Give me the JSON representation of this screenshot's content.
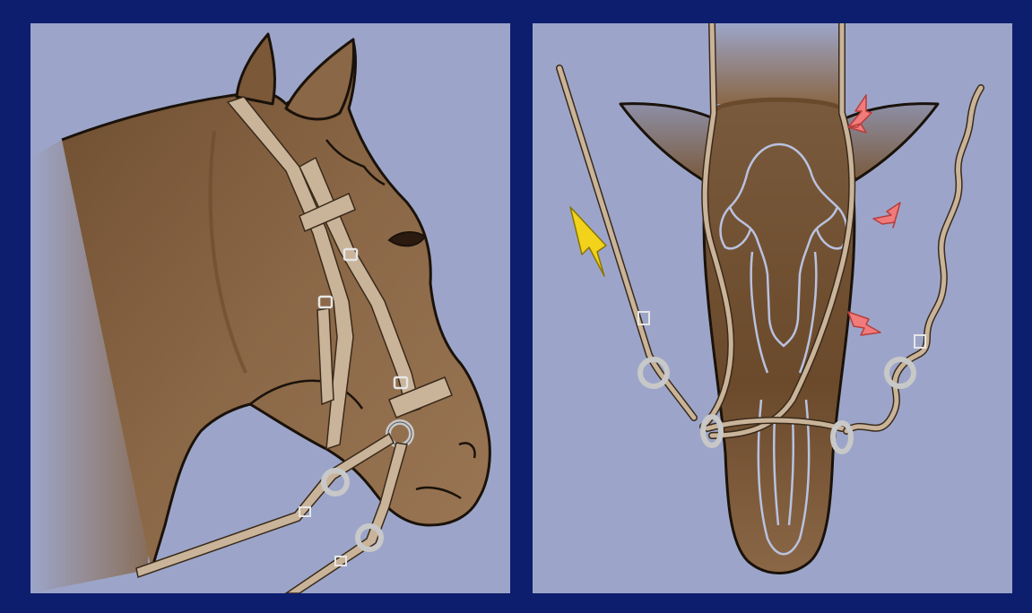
{
  "figure": {
    "colors": {
      "border": "#0d1e6e",
      "panel_background": "#9ca5c9",
      "horse_coat": "#8a6746",
      "horse_coat_dark": "#6b4a2c",
      "tack_leather": "#c9b49a",
      "ring_metal": "#c8c8c8",
      "skull_outline": "#b9c2e0",
      "pressure_arrow": "#ef7b7b",
      "direction_arrow": "#f2d21b"
    },
    "panels": [
      {
        "id": "side-view",
        "shows": [
          "horse-head",
          "bridle",
          "reins"
        ]
      },
      {
        "id": "front-view",
        "shows": [
          "horse-head",
          "skull-outline",
          "bridle",
          "pressure-arrows",
          "pull-arrow"
        ]
      }
    ]
  }
}
